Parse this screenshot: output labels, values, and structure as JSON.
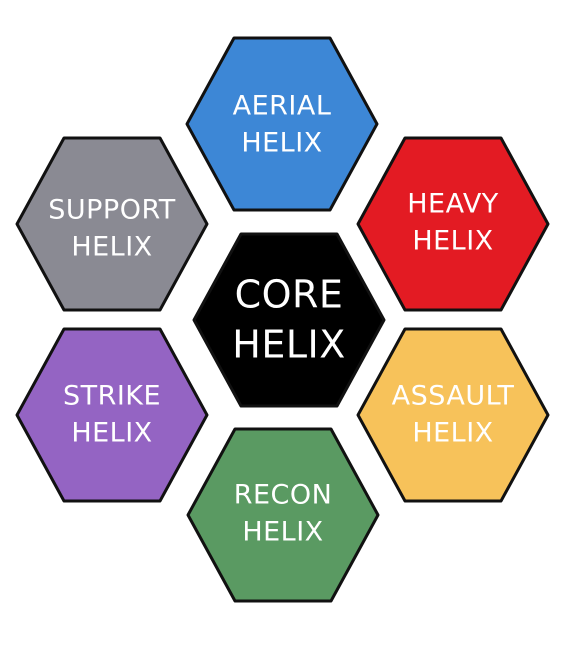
{
  "hexagons": [
    {
      "id": "aerial",
      "lines": [
        "AERIAL",
        "HELIX"
      ],
      "color": "#3d87d6"
    },
    {
      "id": "heavy",
      "lines": [
        "HEAVY",
        "HELIX"
      ],
      "color": "#e31b23"
    },
    {
      "id": "assault",
      "lines": [
        "ASSAULT",
        "HELIX"
      ],
      "color": "#f7c25a"
    },
    {
      "id": "recon",
      "lines": [
        "RECON",
        "HELIX"
      ],
      "color": "#5a9a62"
    },
    {
      "id": "strike",
      "lines": [
        "STRIKE",
        "HELIX"
      ],
      "color": "#9464c3"
    },
    {
      "id": "support",
      "lines": [
        "SUPPORT",
        "HELIX"
      ],
      "color": "#8a8a93"
    },
    {
      "id": "core",
      "lines": [
        "CORE",
        "HELIX"
      ],
      "color": "#000000"
    }
  ]
}
